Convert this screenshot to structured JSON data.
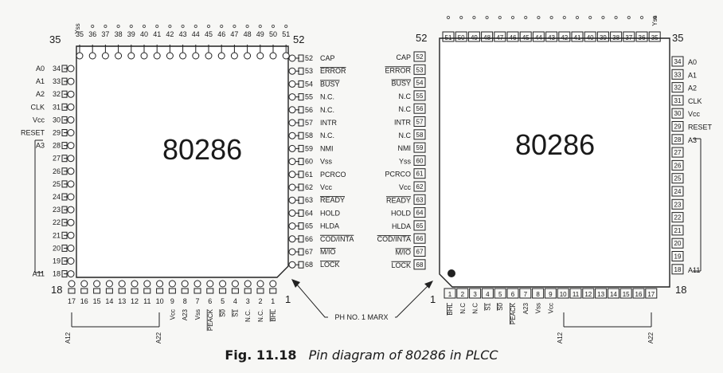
{
  "caption": {
    "figure_number": "Fig. 11.18",
    "title": "Pin diagram of 80286 in PLCC"
  },
  "pointer_label": "PH NO. 1 MARX",
  "left_chip": {
    "label": "80286",
    "corner_tl": "35",
    "corner_tr": "52",
    "corner_bl": "18",
    "corner_br": "1",
    "top_numbers": [
      "35",
      "36",
      "37",
      "38",
      "39",
      "40",
      "41",
      "42",
      "43",
      "44",
      "45",
      "46",
      "47",
      "48",
      "49",
      "50",
      "51"
    ],
    "top_signal_first": "Yss",
    "left_pins": [
      {
        "num": "34",
        "name": "A0"
      },
      {
        "num": "33",
        "name": "A1"
      },
      {
        "num": "32",
        "name": "A2"
      },
      {
        "num": "31",
        "name": "CLK"
      },
      {
        "num": "30",
        "name": "Vcc"
      },
      {
        "num": "29",
        "name": "RESET"
      },
      {
        "num": "28",
        "name": "A3"
      },
      {
        "num": "27",
        "name": ""
      },
      {
        "num": "26",
        "name": ""
      },
      {
        "num": "25",
        "name": ""
      },
      {
        "num": "24",
        "name": ""
      },
      {
        "num": "23",
        "name": ""
      },
      {
        "num": "22",
        "name": ""
      },
      {
        "num": "21",
        "name": ""
      },
      {
        "num": "20",
        "name": ""
      },
      {
        "num": "19",
        "name": ""
      },
      {
        "num": "18",
        "name": "A11"
      }
    ],
    "right_pins": [
      {
        "num": "52",
        "name": "CAP"
      },
      {
        "num": "53",
        "name": "ERROR"
      },
      {
        "num": "54",
        "name": "BUSY"
      },
      {
        "num": "55",
        "name": "N.C."
      },
      {
        "num": "56",
        "name": "N.C."
      },
      {
        "num": "57",
        "name": "INTR"
      },
      {
        "num": "58",
        "name": "N.C."
      },
      {
        "num": "59",
        "name": "NMI"
      },
      {
        "num": "60",
        "name": "Vss"
      },
      {
        "num": "61",
        "name": "PCRCO"
      },
      {
        "num": "62",
        "name": "Vcc"
      },
      {
        "num": "63",
        "name": "READY"
      },
      {
        "num": "64",
        "name": "HOLD"
      },
      {
        "num": "65",
        "name": "HLDA"
      },
      {
        "num": "66",
        "name": "COD/INTA"
      },
      {
        "num": "67",
        "name": "M/IO"
      },
      {
        "num": "68",
        "name": "LOCK"
      }
    ],
    "bottom_pins": [
      {
        "num": "17",
        "name": ""
      },
      {
        "num": "16",
        "name": ""
      },
      {
        "num": "15",
        "name": ""
      },
      {
        "num": "14",
        "name": ""
      },
      {
        "num": "13",
        "name": ""
      },
      {
        "num": "12",
        "name": ""
      },
      {
        "num": "11",
        "name": ""
      },
      {
        "num": "10",
        "name": ""
      },
      {
        "num": "9",
        "name": "Vcc"
      },
      {
        "num": "8",
        "name": "A23"
      },
      {
        "num": "7",
        "name": "Vss"
      },
      {
        "num": "6",
        "name": "PEACK"
      },
      {
        "num": "5",
        "name": "S0"
      },
      {
        "num": "4",
        "name": "S1"
      },
      {
        "num": "3",
        "name": "N.C."
      },
      {
        "num": "2",
        "name": "N.C."
      },
      {
        "num": "1",
        "name": "BHL"
      }
    ],
    "bottom_bracket_left": "A12",
    "bottom_bracket_right": "A22"
  },
  "right_chip": {
    "label": "80286",
    "corner_tl": "52",
    "corner_tr": "35",
    "corner_br": "18",
    "corner_bl": "1",
    "top_numbers": [
      "51",
      "50",
      "49",
      "48",
      "47",
      "46",
      "45",
      "44",
      "43",
      "42",
      "41",
      "40",
      "39",
      "38",
      "37",
      "36",
      "35"
    ],
    "top_signal_last": "Yss",
    "left_pins": [
      {
        "num": "52",
        "name": "CAP"
      },
      {
        "num": "53",
        "name": "ERROR"
      },
      {
        "num": "54",
        "name": "BUSY"
      },
      {
        "num": "55",
        "name": "N.C"
      },
      {
        "num": "56",
        "name": "N.C"
      },
      {
        "num": "57",
        "name": "INTR"
      },
      {
        "num": "58",
        "name": "N.C"
      },
      {
        "num": "59",
        "name": "NMI"
      },
      {
        "num": "60",
        "name": "Yss"
      },
      {
        "num": "61",
        "name": "PCRCO"
      },
      {
        "num": "62",
        "name": "Vcc"
      },
      {
        "num": "63",
        "name": "READY"
      },
      {
        "num": "64",
        "name": "HOLD"
      },
      {
        "num": "65",
        "name": "HLDA"
      },
      {
        "num": "66",
        "name": "COD/INTA"
      },
      {
        "num": "67",
        "name": "M/IO"
      },
      {
        "num": "68",
        "name": "LOCK"
      }
    ],
    "right_pins": [
      {
        "num": "34",
        "name": "A0"
      },
      {
        "num": "33",
        "name": "A1"
      },
      {
        "num": "32",
        "name": "A2"
      },
      {
        "num": "31",
        "name": "CLK"
      },
      {
        "num": "30",
        "name": "Vcc"
      },
      {
        "num": "29",
        "name": "RESET"
      },
      {
        "num": "28",
        "name": "A3"
      },
      {
        "num": "27",
        "name": ""
      },
      {
        "num": "26",
        "name": ""
      },
      {
        "num": "25",
        "name": ""
      },
      {
        "num": "24",
        "name": ""
      },
      {
        "num": "23",
        "name": ""
      },
      {
        "num": "22",
        "name": ""
      },
      {
        "num": "21",
        "name": ""
      },
      {
        "num": "20",
        "name": ""
      },
      {
        "num": "19",
        "name": ""
      },
      {
        "num": "18",
        "name": "A11"
      }
    ],
    "bottom_pins": [
      {
        "num": "1",
        "name": "BHL"
      },
      {
        "num": "2",
        "name": "N.C"
      },
      {
        "num": "3",
        "name": "N.C"
      },
      {
        "num": "4",
        "name": "S1"
      },
      {
        "num": "5",
        "name": "S0"
      },
      {
        "num": "6",
        "name": "PEACK"
      },
      {
        "num": "7",
        "name": "A23"
      },
      {
        "num": "8",
        "name": "Vss"
      },
      {
        "num": "9",
        "name": "Vcc"
      },
      {
        "num": "10",
        "name": ""
      },
      {
        "num": "11",
        "name": ""
      },
      {
        "num": "12",
        "name": ""
      },
      {
        "num": "13",
        "name": ""
      },
      {
        "num": "14",
        "name": ""
      },
      {
        "num": "15",
        "name": ""
      },
      {
        "num": "16",
        "name": ""
      },
      {
        "num": "17",
        "name": ""
      }
    ],
    "bottom_bracket_left": "A12",
    "bottom_bracket_right": "A22"
  },
  "overline_signals": [
    "ERROR",
    "BUSY",
    "READY",
    "INTA",
    "IO",
    "LOCK",
    "S0",
    "S1",
    "BHL",
    "PEACK"
  ]
}
